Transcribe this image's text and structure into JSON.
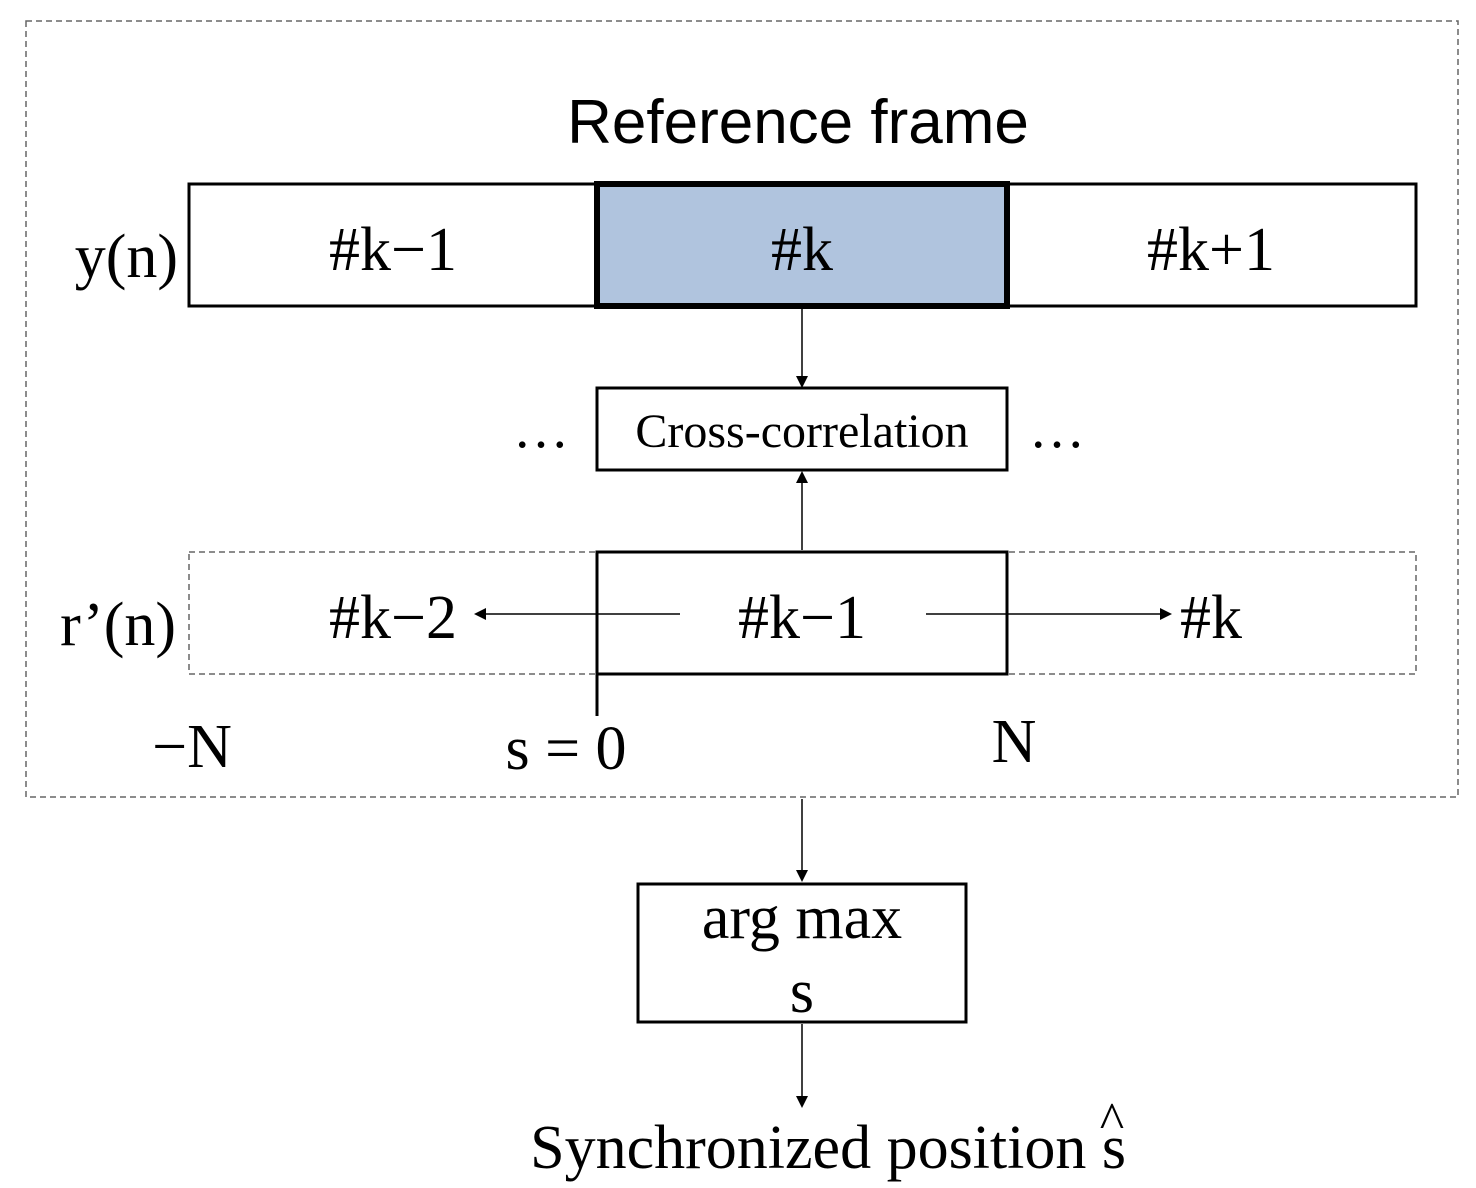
{
  "title": "Reference frame",
  "y_label": "y(n)",
  "r_label": "r’(n)",
  "y_frames": [
    "#k−1",
    "#k",
    "#k+1"
  ],
  "highlight_color": "#b0c4de",
  "cross_correlation": "Cross-correlation",
  "ellipsis": "…",
  "r_frames": {
    "left": "#k−2",
    "center": "#k−1",
    "right": "#k"
  },
  "axis": {
    "neg_n": "−N",
    "zero": "s = 0",
    "pos_n": "N"
  },
  "argmax": {
    "line1": "arg max",
    "line2": "s"
  },
  "output": {
    "text": "Synchronized position s",
    "hat": "^"
  }
}
